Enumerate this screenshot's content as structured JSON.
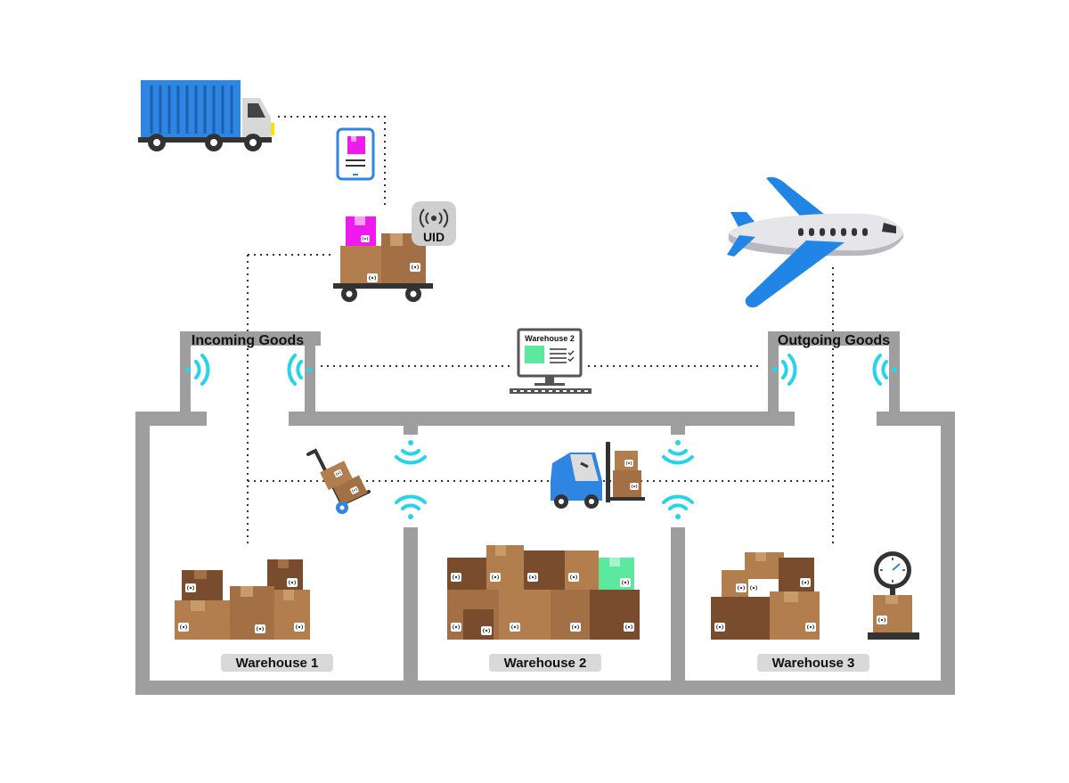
{
  "labels": {
    "incoming": "Incoming Goods",
    "outgoing": "Outgoing Goods",
    "uid": "UID",
    "monitor": "Warehouse 2"
  },
  "warehouses": [
    {
      "label": "Warehouse 1"
    },
    {
      "label": "Warehouse 2"
    },
    {
      "label": "Warehouse 3"
    }
  ],
  "colors": {
    "wall": "#9e9e9e",
    "wifi": "#25d4e6",
    "truck": "#2f86e2",
    "plane_wing": "#2185e6",
    "box": "#b27e4d",
    "box_dark": "#7a4c2e",
    "magenta": "#ee1aee",
    "green": "#5de8a0"
  },
  "icons": [
    "truck-icon",
    "tablet-icon",
    "rfid-cart-icon",
    "uid-tag-icon",
    "airplane-icon",
    "monitor-icon",
    "hand-truck-icon",
    "forklift-icon",
    "scale-icon",
    "wifi-icon",
    "rfid-box-icon"
  ]
}
